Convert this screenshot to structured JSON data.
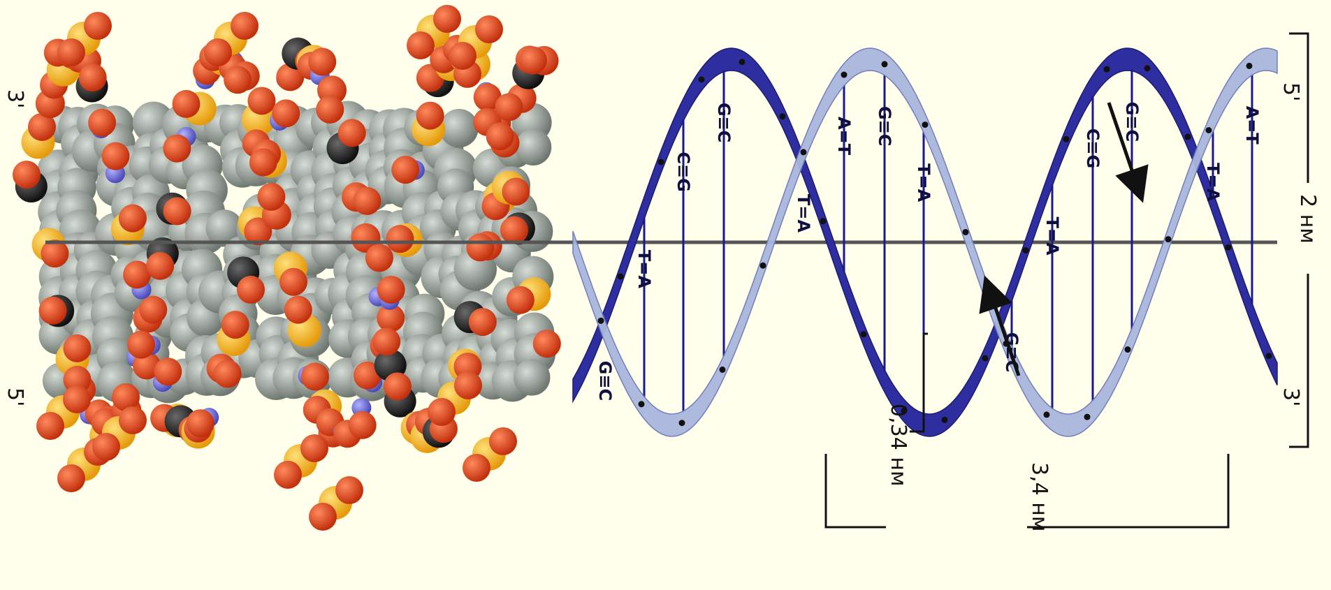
{
  "diagram": {
    "colors": {
      "background": "#FFFFEB",
      "strand_light": "#A9B7DE",
      "strand_dark": "#2E2EA0",
      "rung": "#1A1A8C",
      "carbon": "#1E1E1E",
      "base_gray": "#8F9891",
      "oxygen": "#E0421E",
      "phosphorus": "#F4B21C",
      "nitrogen": "#6C6CD8"
    },
    "spacefill_ends": {
      "top": "3'",
      "bottom": "5'"
    },
    "ribbon_ends": {
      "top": "5'",
      "bottom": "3'"
    },
    "base_pairs": [
      {
        "text": "G≡C"
      },
      {
        "text": "T=A"
      },
      {
        "text": "C≡G"
      },
      {
        "text": "G≡C"
      },
      {
        "text": "T=A"
      },
      {
        "text": "A=T"
      },
      {
        "text": "G≡C"
      },
      {
        "text": "T=A"
      },
      {
        "text": "G≡C"
      },
      {
        "text": "T=A"
      },
      {
        "text": "C≡G"
      },
      {
        "text": "G≡C"
      },
      {
        "text": "T=A"
      },
      {
        "text": "A=T"
      }
    ],
    "dimensions": {
      "diameter": "2 нм",
      "base_spacing": "0,34 нм",
      "helix_pitch": "3,4 нм"
    },
    "arrows": [
      "strand-direction-down",
      "strand-direction-up"
    ]
  }
}
